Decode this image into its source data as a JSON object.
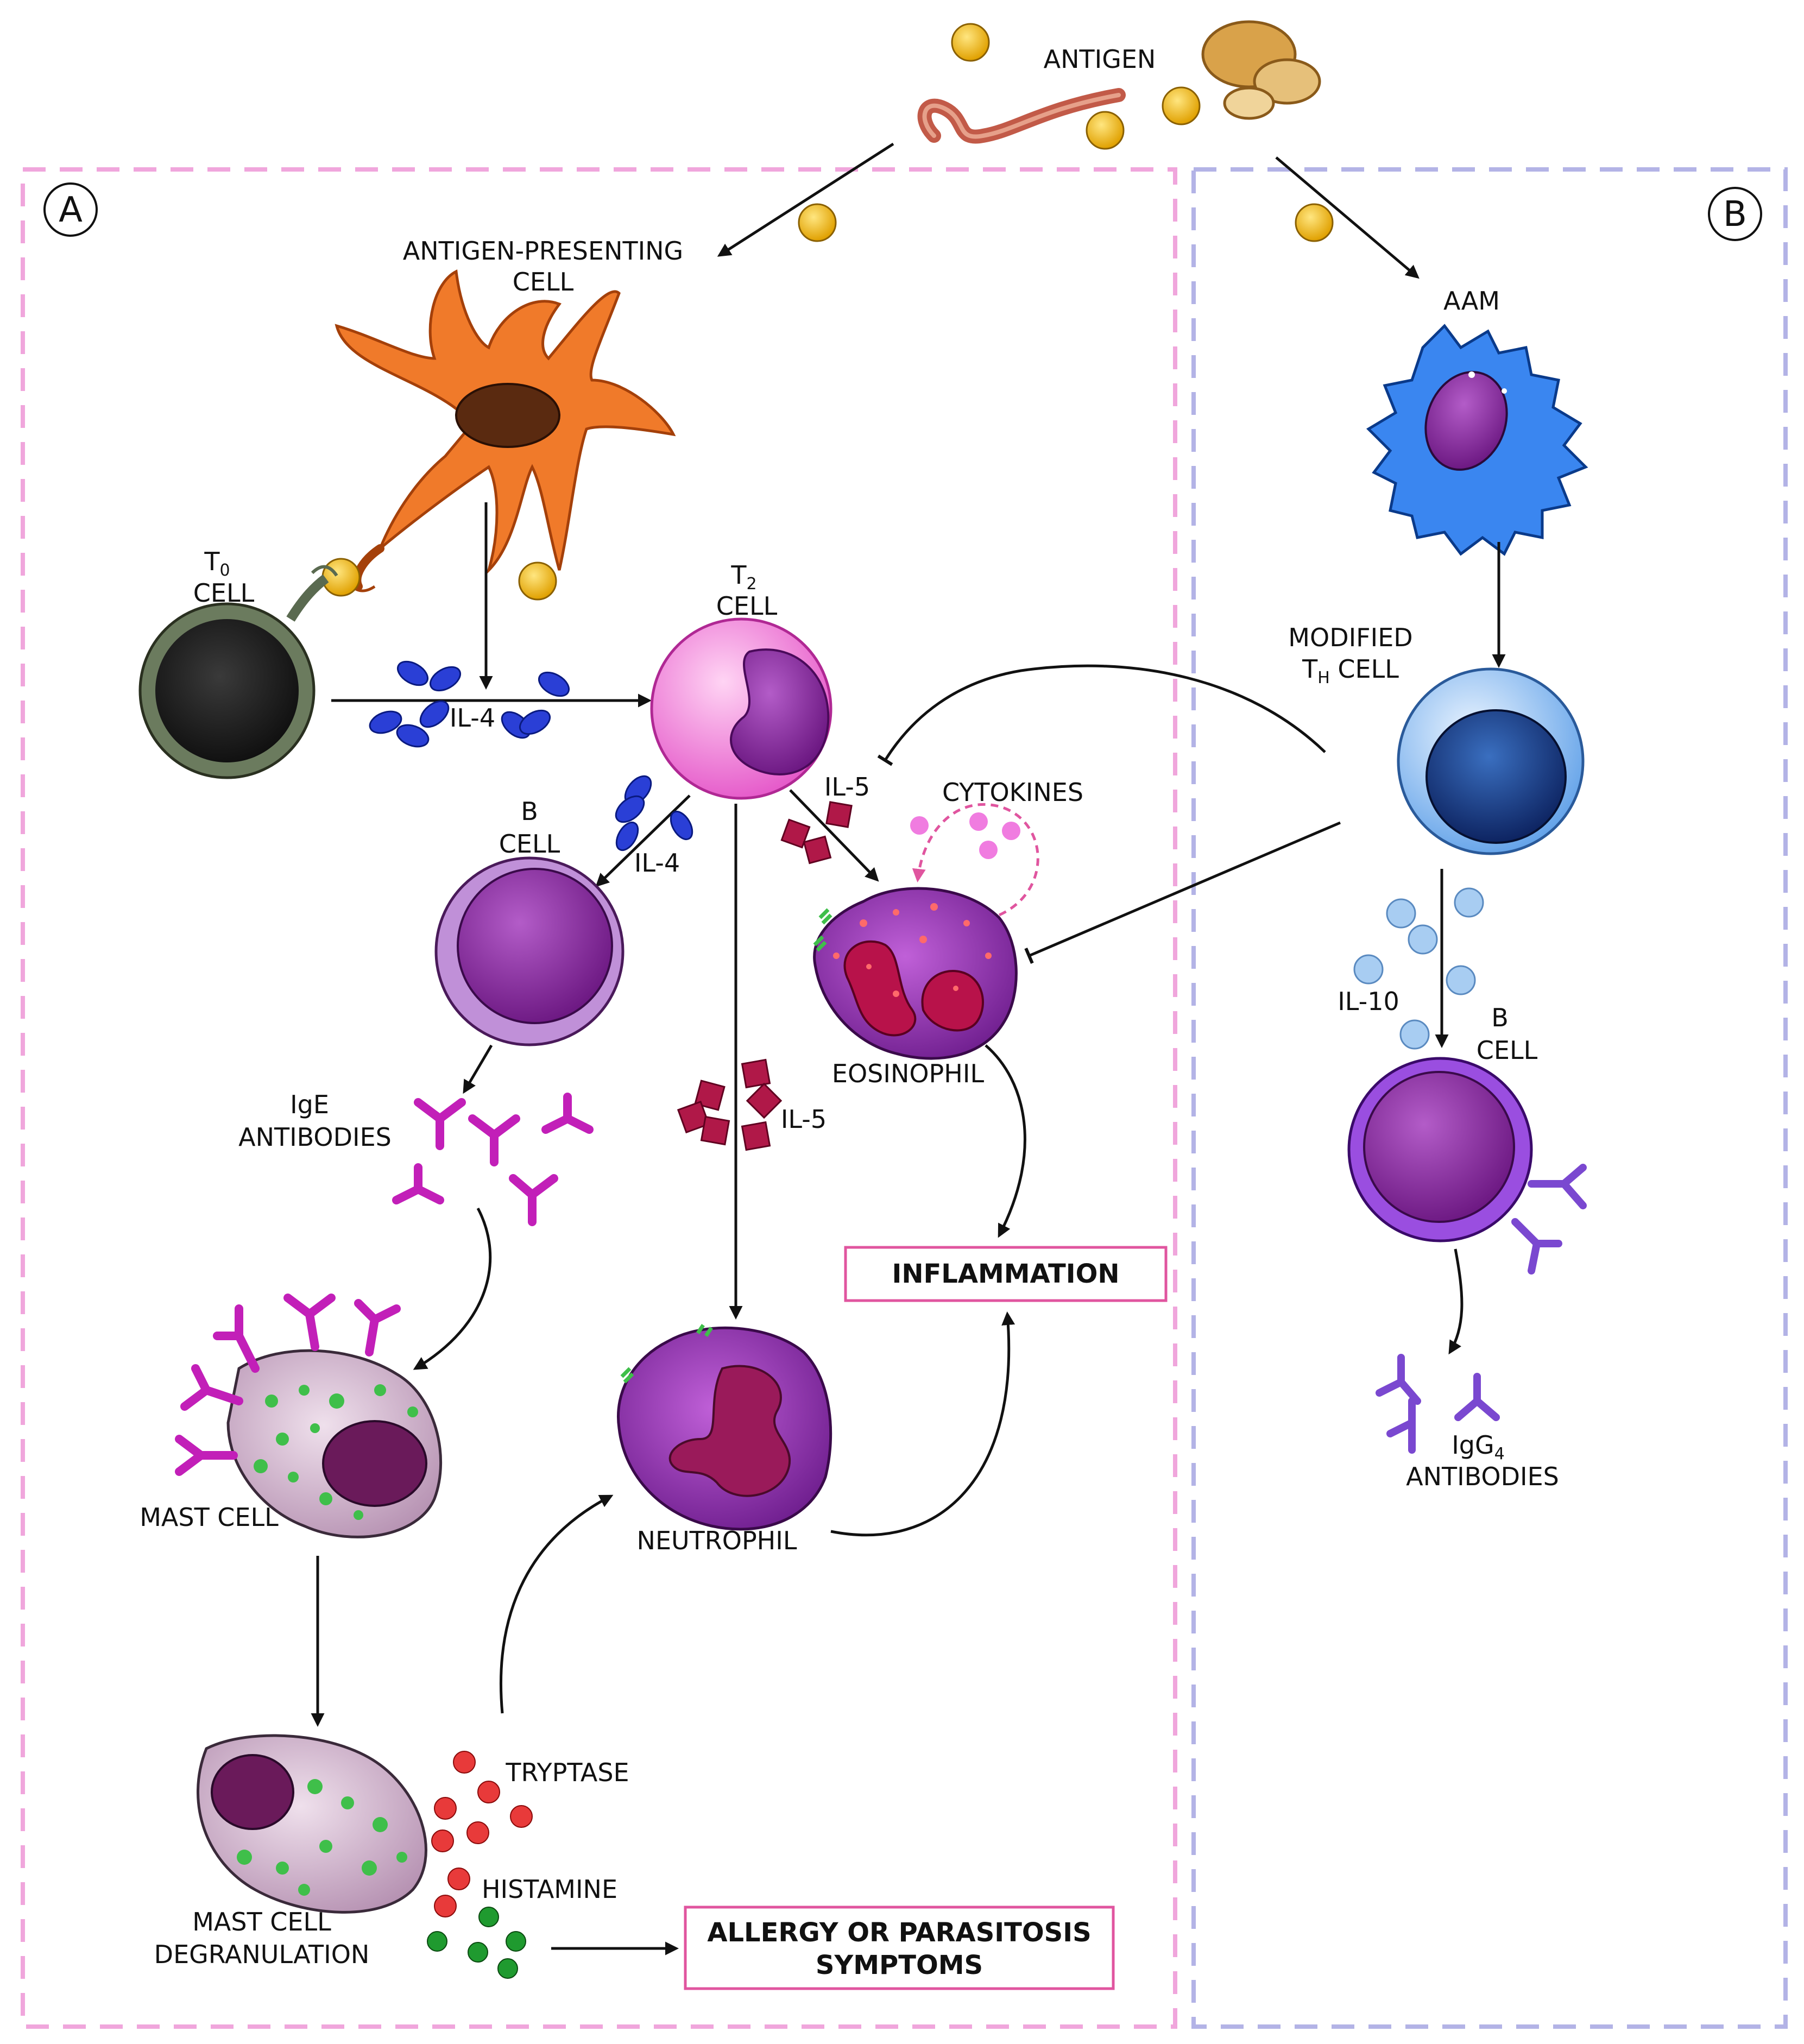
{
  "panels": {
    "a": "A",
    "b": "B"
  },
  "labels": {
    "antigen": "ANTIGEN",
    "apc_line1": "ANTIGEN-PRESENTING",
    "apc_line2": "CELL",
    "t0_main": "T",
    "t0_sub": "0",
    "t0_cell": "CELL",
    "t2_main": "T",
    "t2_sub": "2",
    "t2_cell": "CELL",
    "il4_1": "IL-4",
    "il4_2": "IL-4",
    "il5_1": "IL-5",
    "il5_2": "IL-5",
    "cytokines": "CYTOKINES",
    "b_cell_a1": "B",
    "b_cell_a2": "CELL",
    "ige_1": "IgE",
    "ige_2": "ANTIBODIES",
    "eosinophil": "EOSINOPHIL",
    "inflammation": "INFLAMMATION",
    "mast_cell": "MAST CELL",
    "neutrophil": "NEUTROPHIL",
    "tryptase": "TRYPTASE",
    "histamine": "HISTAMINE",
    "degran_1": "MAST CELL",
    "degran_2": "DEGRANULATION",
    "symptoms_1": "ALLERGY OR PARASITOSIS",
    "symptoms_2": "SYMPTOMS",
    "aam": "AAM",
    "modified_1": "MODIFIED",
    "modified_main": "T",
    "modified_sub": "H",
    "modified_cell": " CELL",
    "il10": "IL-10",
    "b_cell_b1": "B",
    "b_cell_b2": "CELL",
    "igg_main": "IgG",
    "igg_sub": "4",
    "igg_2": "ANTIBODIES"
  },
  "colors": {
    "panel_a_border": "#f0a6dc",
    "panel_b_border": "#b3b3e6",
    "box_border": "#e0559f",
    "apc": "#f07a2a",
    "t0": "#2a2a28",
    "t2": "#f07cd8",
    "b_cell": "#8a2da0",
    "aam": "#3a86f0",
    "th": "#123a8a",
    "antigen_ball": "#f5b800",
    "il4": "#2a3fd6",
    "il5": "#b01848",
    "ige": "#c21fb8",
    "igg4": "#7a48d0",
    "tryptase": "#e83a3a",
    "histamine": "#1f9a2f",
    "il10": "#a8cdf2"
  }
}
